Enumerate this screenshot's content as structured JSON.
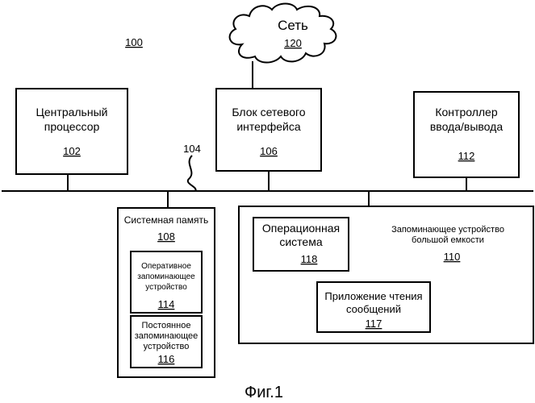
{
  "diagram": {
    "network": {
      "label": "Сеть",
      "ref": "120"
    },
    "figure_ref": "100",
    "bus_ref": "104",
    "cpu": {
      "line1": "Центральный",
      "line2": "процессор",
      "ref": "102"
    },
    "nic": {
      "line1": "Блок сетевого",
      "line2": "интерфейса",
      "ref": "106"
    },
    "io": {
      "line1": "Контроллер",
      "line2": "ввода/вывода",
      "ref": "112"
    },
    "sysmem": {
      "label": "Системная память",
      "ref": "108"
    },
    "ram": {
      "line1": "Оперативное",
      "line2": "запоминающее",
      "line3": "устройство",
      "ref": "114"
    },
    "rom": {
      "line1": "Постоянное",
      "line2": "запоминающее",
      "line3": "устройство",
      "ref": "116"
    },
    "storage": {
      "line1": "Запоминающее устройство",
      "line2": "большой емкости",
      "ref": "110"
    },
    "os": {
      "line1": "Операционная",
      "line2": "система",
      "ref": "118"
    },
    "app": {
      "line1": "Приложение чтения",
      "line2": "сообщений",
      "ref": "117"
    },
    "caption": "Фиг.1"
  }
}
